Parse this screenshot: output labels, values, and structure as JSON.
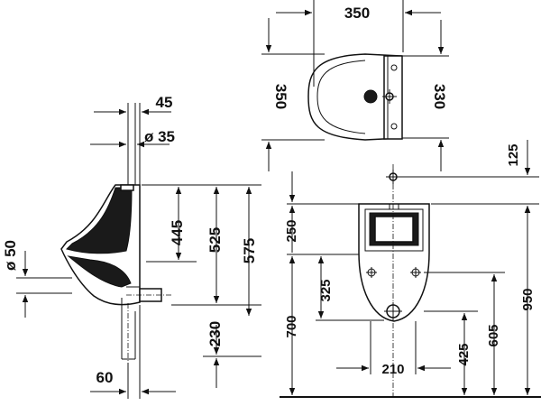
{
  "top_view": {
    "width_label": "350",
    "depth_left_label": "350",
    "depth_right_label": "330"
  },
  "side_view": {
    "wall_offset_label": "45",
    "pipe_diameter_label": "ø 35",
    "outlet_diameter_label": "ø 50",
    "height_445_label": "445",
    "height_525_label": "525",
    "height_575_label": "575",
    "outlet_height_label": "230",
    "outlet_offset_label": "60"
  },
  "front_view": {
    "top_offset_label": "125",
    "rim_height_label": "250",
    "bowl_height_label": "325",
    "outlet_height_label": "700",
    "width_label": "210",
    "trap_height_label": "425",
    "fixing_height_label": "605",
    "total_height_label": "950"
  }
}
